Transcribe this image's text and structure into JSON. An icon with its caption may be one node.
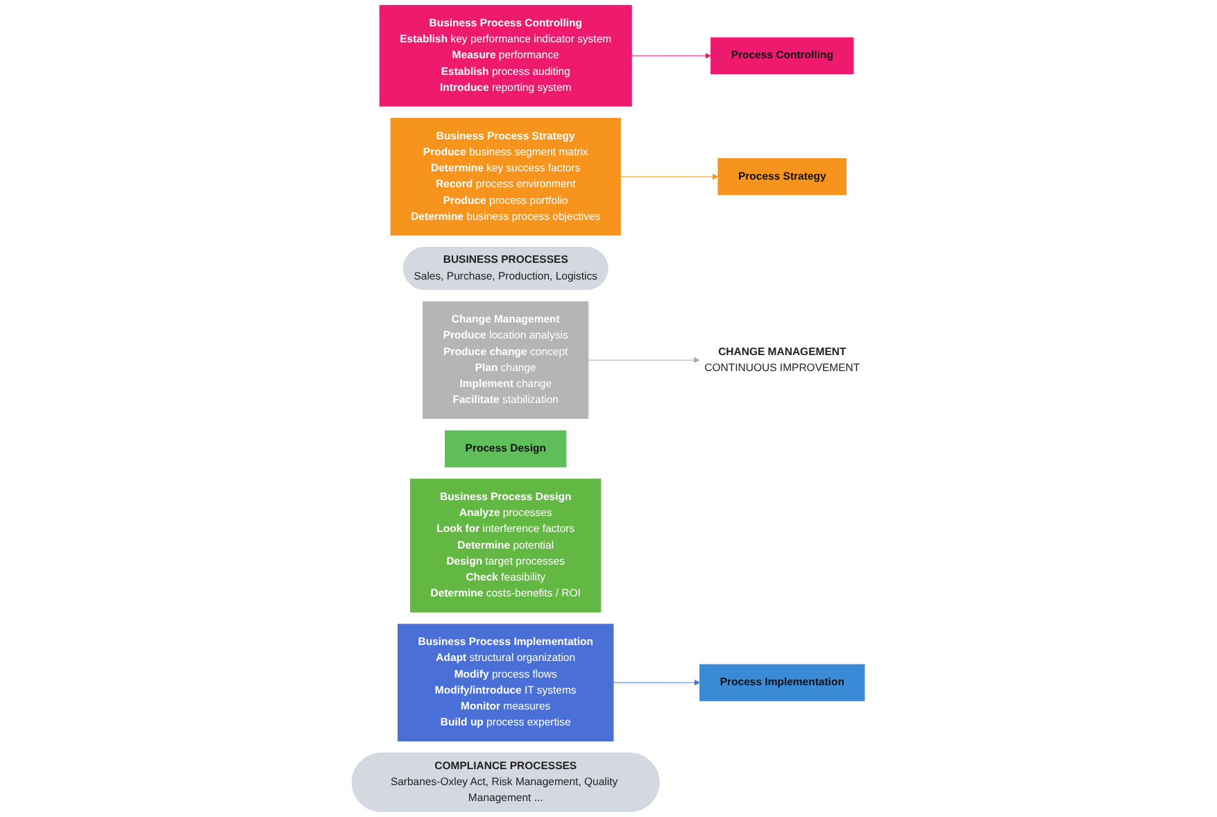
{
  "diagram": {
    "nodes": [
      {
        "text": [
          "Business Process Controlling",
          "**Establish** key performance indicator system",
          "**Measure** performance",
          "**Establish** process auditing",
          "**Introduce** reporting system"
        ]
      },
      {
        "text": [
          "Business Process Strategy",
          "**Produce** business segment matrix",
          "**Determine** key success factors",
          "**Record** process environment",
          "**Produce** process portfolio",
          "**Determine** business process objectives"
        ]
      },
      {
        "text": [
          "BUSINESS PROCESSES",
          "Sales, Purchase, Production, Logistics"
        ]
      },
      {
        "text": [
          "Process Controlling"
        ]
      },
      {
        "text": [
          "Change Management",
          "**Produce** location analysis",
          "**Produce change** concept",
          "**Plan** change",
          "**Implement** change",
          "**Facilitate** stabilization"
        ]
      },
      {
        "text": [
          "Process Strategy"
        ]
      },
      {
        "text": [
          "CHANGE MANAGEMENT",
          "CONTINUOUS IMPROVEMENT"
        ]
      },
      {
        "text": [
          "Process Implementation"
        ]
      },
      {
        "text": [
          "Process Design"
        ]
      },
      {
        "text": [
          "Business Process Design",
          "**Analyze** processes",
          "**Look for** interference factors",
          "**Determine** potential",
          "**Design** target processes",
          "**Check** feasibility",
          "**Determine** costs-benefits / ROI"
        ]
      },
      {
        "text": [
          "Business Process Implementation",
          "**Adapt** structural organization",
          "**Modify** process flows",
          "**Modify/introduce** IT systems",
          "**Monitor** measures",
          "**Build up** process expertise"
        ]
      },
      {
        "text": [
          "COMPLIANCE PROCESSES",
          "Sarbanes-Oxley Act, Risk Management, Quality Management ..."
        ]
      }
    ],
    "edges": [
      {
        "from": 0,
        "to": 3,
        "arrow": "to",
        "color": "#ee1a6e"
      },
      {
        "from": 1,
        "to": 5,
        "arrow": "to",
        "color": "#f7941d"
      },
      {
        "from": 4,
        "to": 6,
        "arrow": "to",
        "color": "#a8a8a8"
      },
      {
        "from": 10,
        "to": 7,
        "arrow": "to",
        "color": "#4a6fd6"
      }
    ]
  }
}
